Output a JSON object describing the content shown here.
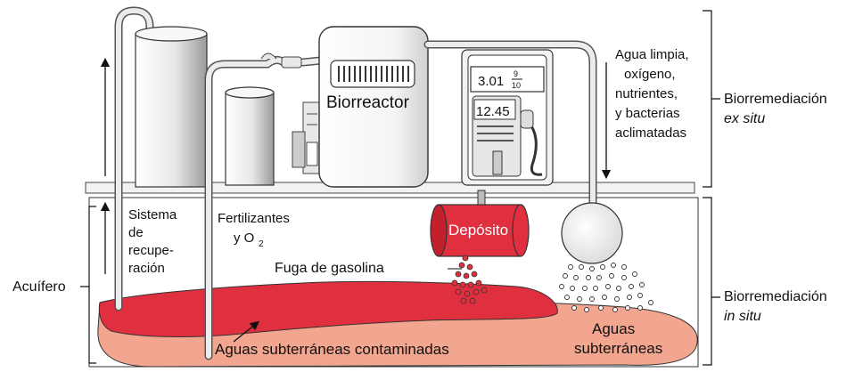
{
  "labels": {
    "biorreactor": "Biorreactor",
    "pump_price": "3.01",
    "pump_frac_num": "9",
    "pump_frac_den": "10",
    "pump_amount": "12.45",
    "agua_limpia": [
      "Agua limpia,",
      "oxígeno,",
      "nutrientes,",
      "y bacterias",
      "aclimatadas"
    ],
    "ex_situ_title": "Biorremediación",
    "ex_situ_sub": "ex situ",
    "sistema": [
      "Sistema",
      "de",
      "recupe-",
      "ración"
    ],
    "fertilizantes_1": "Fertilizantes",
    "fertilizantes_2": "y O",
    "fertilizantes_sub": "2",
    "deposito": "Depósito",
    "fuga": "Fuga de gasolina",
    "acuifero": "Acuífero",
    "in_situ_title": "Biorremediación",
    "in_situ_sub": "in situ",
    "aguas_contaminadas": "Aguas subterráneas contaminadas",
    "aguas_1": "Aguas",
    "aguas_2": "subterráneas"
  },
  "colors": {
    "contaminated": "#e0303f",
    "groundwater": "#f2a58f",
    "tank_red": "#e0303f",
    "outline": "#222222",
    "ground_fill": "#f2f2f2"
  }
}
